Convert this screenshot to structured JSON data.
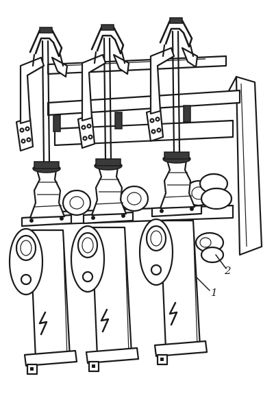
{
  "figure": {
    "callouts": [
      {
        "label": "1"
      },
      {
        "label": "2"
      }
    ],
    "poles": [
      {
        "id": "left"
      },
      {
        "id": "middle"
      },
      {
        "id": "right"
      }
    ]
  }
}
